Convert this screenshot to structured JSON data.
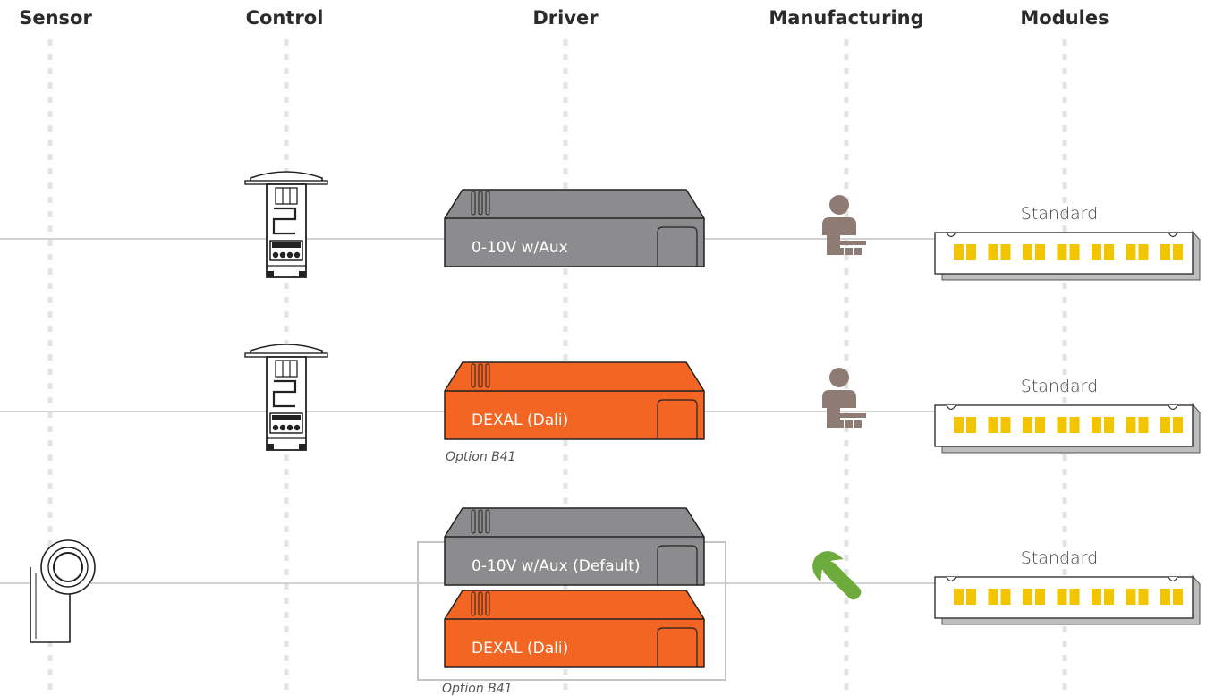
{
  "columns": [
    {
      "id": "sensor",
      "label": "Sensor"
    },
    {
      "id": "control",
      "label": "Control"
    },
    {
      "id": "driver",
      "label": "Driver"
    },
    {
      "id": "manufacturing",
      "label": "Manufacturing"
    },
    {
      "id": "modules",
      "label": "Modules"
    }
  ],
  "rows": [
    {
      "control": "control-module",
      "drivers": [
        {
          "label": "0-10V w/Aux",
          "color": "#8c8c8e"
        }
      ],
      "option": "",
      "manufacturing": "person-icon",
      "module": "Standard"
    },
    {
      "control": "control-module",
      "drivers": [
        {
          "label": "DEXAL (Dali)",
          "color": "#f26522"
        }
      ],
      "option": "Option B41",
      "manufacturing": "person-icon",
      "module": "Standard"
    },
    {
      "sensor": "sensor-icon",
      "drivers": [
        {
          "label": "0-10V w/Aux (Default)",
          "color": "#8c8c8e"
        },
        {
          "label": "DEXAL (Dali)",
          "color": "#f26522"
        }
      ],
      "option": "Option B41",
      "manufacturing": "wrench-icon",
      "module": "Standard"
    }
  ],
  "colors": {
    "driver_gray": "#8c8c8e",
    "driver_orange": "#f26522",
    "person": "#8e7b74",
    "wrench": "#6dab3c",
    "led": "#f2c500",
    "line": "#c4c4c4"
  }
}
